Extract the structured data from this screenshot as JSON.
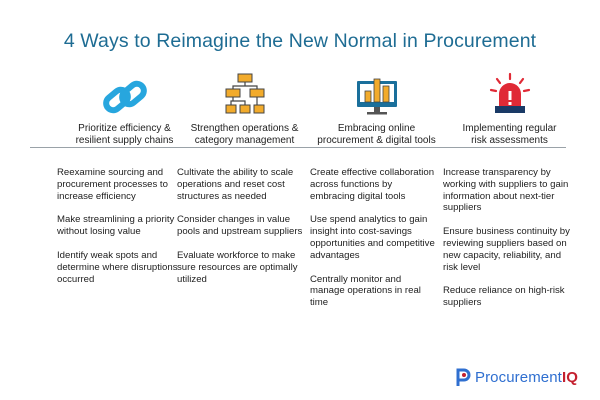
{
  "title": "4 Ways to Reimagine the New Normal in Procurement",
  "columns": [
    {
      "icon": "chain-link-icon",
      "heading_lines": [
        "Prioritize efficiency &",
        "resilient supply chains"
      ],
      "items": [
        "Reexamine sourcing and procurement processes to increase efficiency",
        "Make streamlining a priority without losing value",
        "Identify weak spots and determine where disruptions occurred"
      ]
    },
    {
      "icon": "org-chart-icon",
      "heading_lines": [
        "Strengthen operations &",
        "category management"
      ],
      "items": [
        "Cultivate the ability to scale operations and reset cost structures as needed",
        "Consider changes in value pools and upstream suppliers",
        "Evaluate workforce to make sure resources are optimally utilized"
      ]
    },
    {
      "icon": "monitor-chart-icon",
      "heading_lines": [
        "Embracing online",
        "procurement & digital tools"
      ],
      "items": [
        "Create effective collaboration across functions by embracing digital tools",
        "Use spend analytics to gain insight into cost-savings opportunities and competitive advantages",
        "Centrally monitor and manage operations in real time"
      ]
    },
    {
      "icon": "alarm-light-icon",
      "heading_lines": [
        "Implementing regular",
        "risk assessments"
      ],
      "items": [
        "Increase transparency by working with suppliers to gain information about next-tier suppliers",
        "Ensure business continuity by reviewing suppliers based on new capacity, reliability, and risk level",
        "Reduce reliance on high-risk suppliers"
      ]
    }
  ],
  "logo": {
    "icon": "procurementiq-p-icon",
    "text_main": "Procurement",
    "text_accent": "IQ"
  },
  "colors": {
    "title": "#1e6c93",
    "chain": "#27a6de",
    "org_chart": "#f2ab2c",
    "monitor": "#1a6f9b",
    "alarm": "#e02a36",
    "logo_blue": "#2f6fd0",
    "logo_red": "#c4202f"
  }
}
